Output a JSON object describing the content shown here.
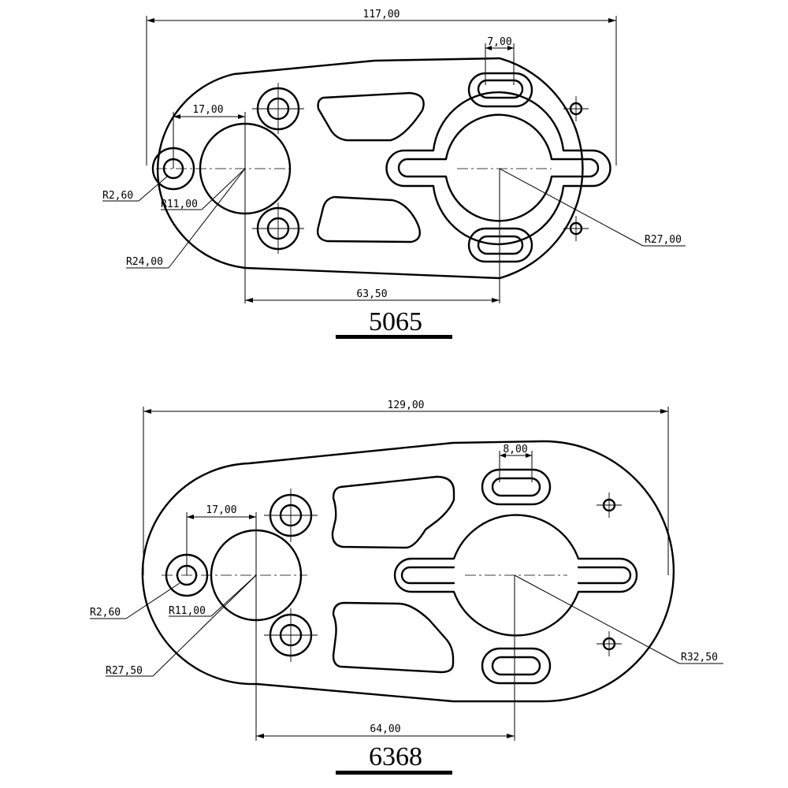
{
  "parts": [
    {
      "title": "5065",
      "dims": {
        "overall_width": "117,00",
        "slot_width": "7,00",
        "hole_offset": "17,00",
        "small_hole_radius": "R2,60",
        "big_hole_radius": "R11,00",
        "left_end_radius": "R24,00",
        "right_end_radius": "R27,00",
        "center_distance": "63,50"
      }
    },
    {
      "title": "6368",
      "dims": {
        "overall_width": "129,00",
        "slot_width": "8,00",
        "hole_offset": "17,00",
        "small_hole_radius": "R2,60",
        "big_hole_radius": "R11,00",
        "left_end_radius": "R27,50",
        "right_end_radius": "R32,50",
        "center_distance": "64,00"
      }
    }
  ]
}
